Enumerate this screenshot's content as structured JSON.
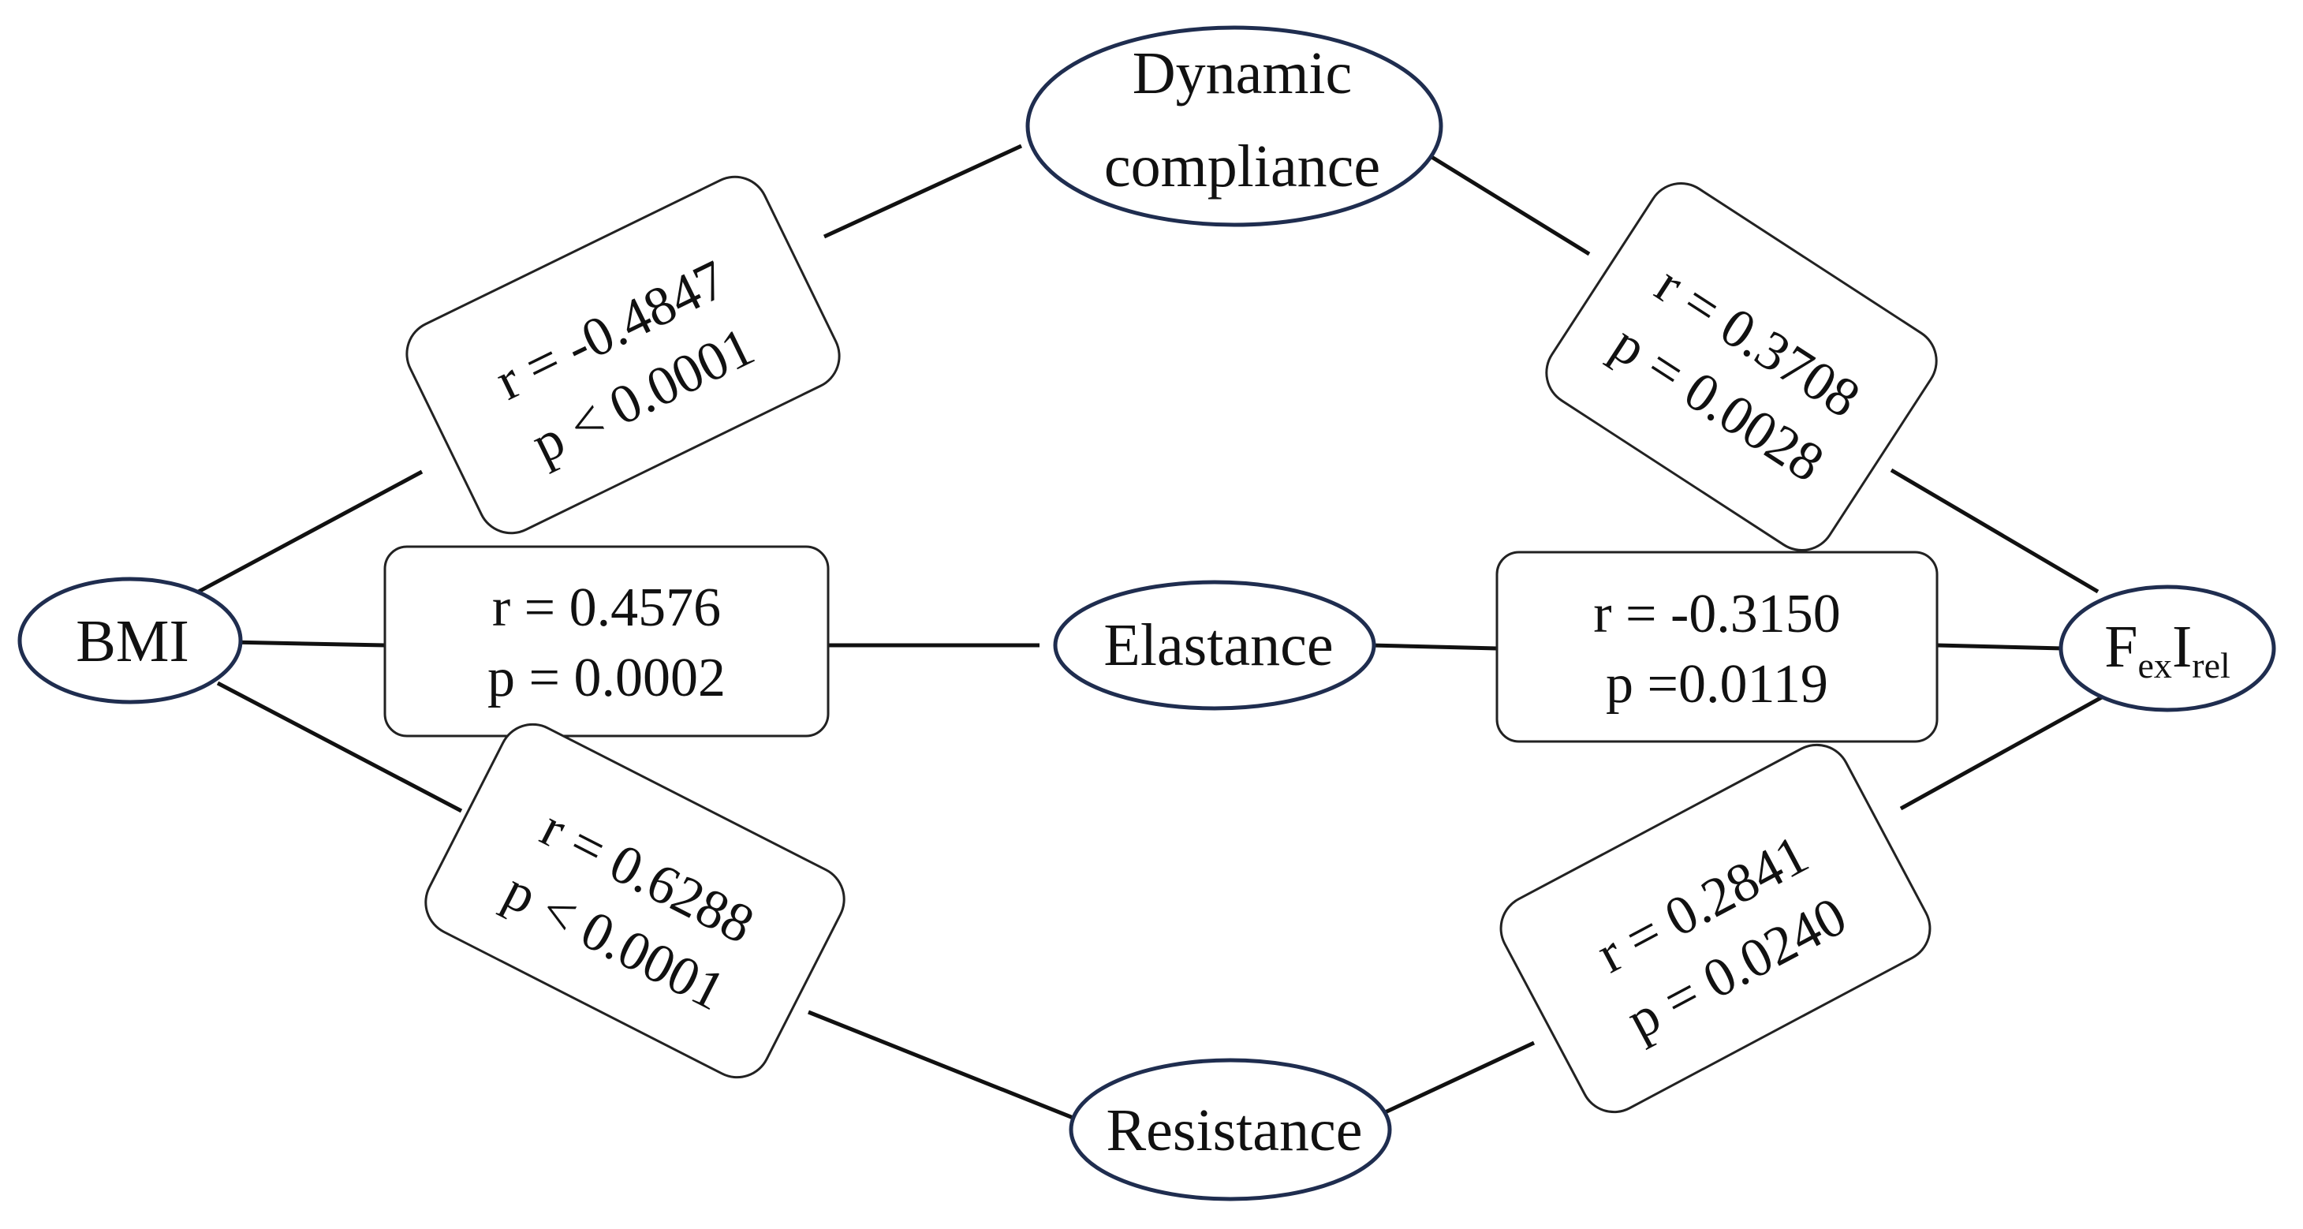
{
  "nodes": {
    "bmi": {
      "label": "BMI"
    },
    "dynamic_compliance": {
      "line1": "Dynamic",
      "line2": "compliance"
    },
    "elastance": {
      "label": "Elastance"
    },
    "resistance": {
      "label": "Resistance"
    },
    "fexirel": {
      "main1": "F",
      "sub1": "ex",
      "main2": "I",
      "sub2": "rel"
    }
  },
  "edges": {
    "bmi_dynamic": {
      "r": "r = -0.4847",
      "p": "p < 0.0001"
    },
    "dynamic_fexirel": {
      "r": "r = 0.3708",
      "p": "p = 0.0028"
    },
    "bmi_elastance": {
      "r": "r = 0.4576",
      "p": "p = 0.0002"
    },
    "elastance_fexirel": {
      "r": "r = -0.3150",
      "p": "p =0.0119"
    },
    "bmi_resistance": {
      "r": "r = 0.6288",
      "p": "p < 0.0001"
    },
    "resistance_fexirel": {
      "r": "r = 0.2841",
      "p": "p = 0.0240"
    }
  },
  "colors": {
    "node_border": "#1f2d4f",
    "box_border": "#222222",
    "line": "#111111",
    "text": "#111111"
  }
}
